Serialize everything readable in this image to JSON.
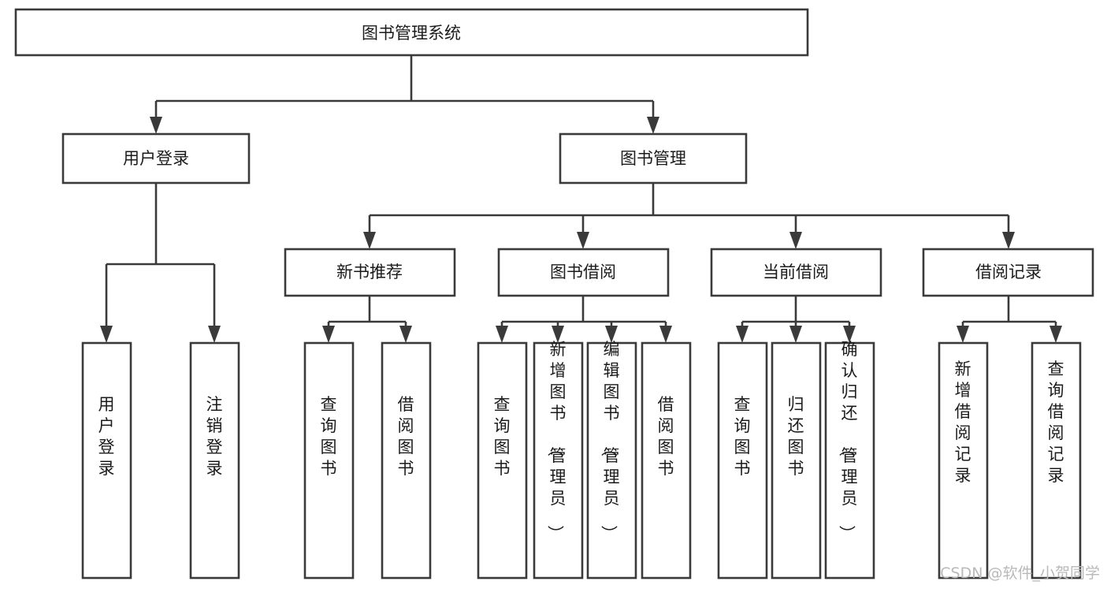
{
  "diagram": {
    "type": "tree",
    "title": "图书管理系统",
    "orientation": "top-down",
    "colors": {
      "background": "#ffffff",
      "box_stroke": "#3a3a3a",
      "box_fill": "#ffffff",
      "text": "#1b1b1b",
      "watermark": "#b9b9b9"
    },
    "root": {
      "label": "图书管理系统"
    },
    "level2": [
      {
        "label": "用户登录"
      },
      {
        "label": "图书管理"
      }
    ],
    "level3": [
      {
        "label": "新书推荐"
      },
      {
        "label": "图书借阅"
      },
      {
        "label": "当前借阅"
      },
      {
        "label": "借阅记录"
      }
    ],
    "leaves": {
      "user_login": [
        "用户登录",
        "注销登录"
      ],
      "new_book_recommend": [
        "查询图书",
        "借阅图书"
      ],
      "book_borrow": [
        "查询图书",
        "新增图书（管理员）",
        "编辑图书（管理员）",
        "借阅图书"
      ],
      "current_borrow": [
        "查询图书",
        "归还图书",
        "确认归还（管理员）"
      ],
      "borrow_record": [
        "新增借阅记录",
        "查询借阅记录"
      ]
    }
  },
  "watermark": {
    "text": "CSDN @软件_小贺同学"
  }
}
